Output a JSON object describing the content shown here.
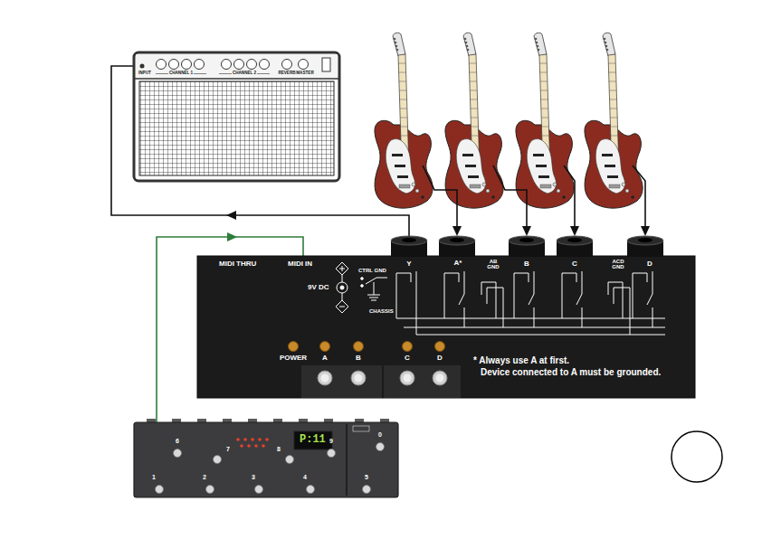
{
  "diagram": {
    "nodes": [
      {
        "text": [
          "INPUT",
          "CHANNEL 1",
          "CHANNEL 2",
          "REVERB",
          "MASTER"
        ]
      },
      {
        "text": [
          "MIDI THRU",
          "MIDI IN",
          "9V DC",
          "CTRL GND",
          "CHASSIS",
          "Y",
          "A*",
          "AB GND",
          "B",
          "C",
          "ACD GND",
          "D",
          "POWER",
          "A",
          "B",
          "C",
          "D",
          "* Always use A at first.",
          "Device connected to A must be grounded."
        ]
      },
      {
        "text": [
          "P:11",
          "6",
          "7",
          "8",
          "9",
          "0",
          "1",
          "2",
          "3",
          "4",
          "5"
        ]
      }
    ],
    "edges": [
      {
        "from": 1,
        "to": 0,
        "arrow": "to"
      },
      {
        "from": 2,
        "to": 1,
        "arrow": "to"
      }
    ]
  }
}
